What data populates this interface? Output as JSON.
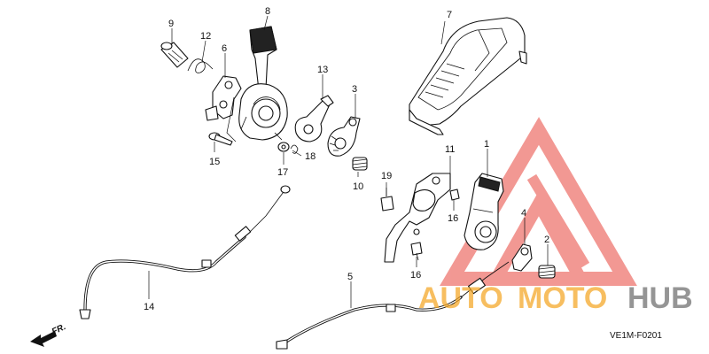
{
  "labels": {
    "p1": "1",
    "p2": "2",
    "p3": "3",
    "p4": "4",
    "p5": "5",
    "p6": "6",
    "p7": "7",
    "p8": "8",
    "p9": "9",
    "p10": "10",
    "p11": "11",
    "p12": "12",
    "p13": "13",
    "p14": "14",
    "p15": "15",
    "p16a": "16",
    "p16b": "16",
    "p17": "17",
    "p18": "18",
    "p19": "19"
  },
  "diagram_code": "VE1M-F0201",
  "direction_label": "FR.",
  "watermark": {
    "word_auto": "AUTO",
    "word_moto": "MOTO",
    "word_hub": "HUB",
    "color_orange": "#f5a623",
    "color_red": "#e8453c",
    "color_gray": "#6d6d6d"
  }
}
